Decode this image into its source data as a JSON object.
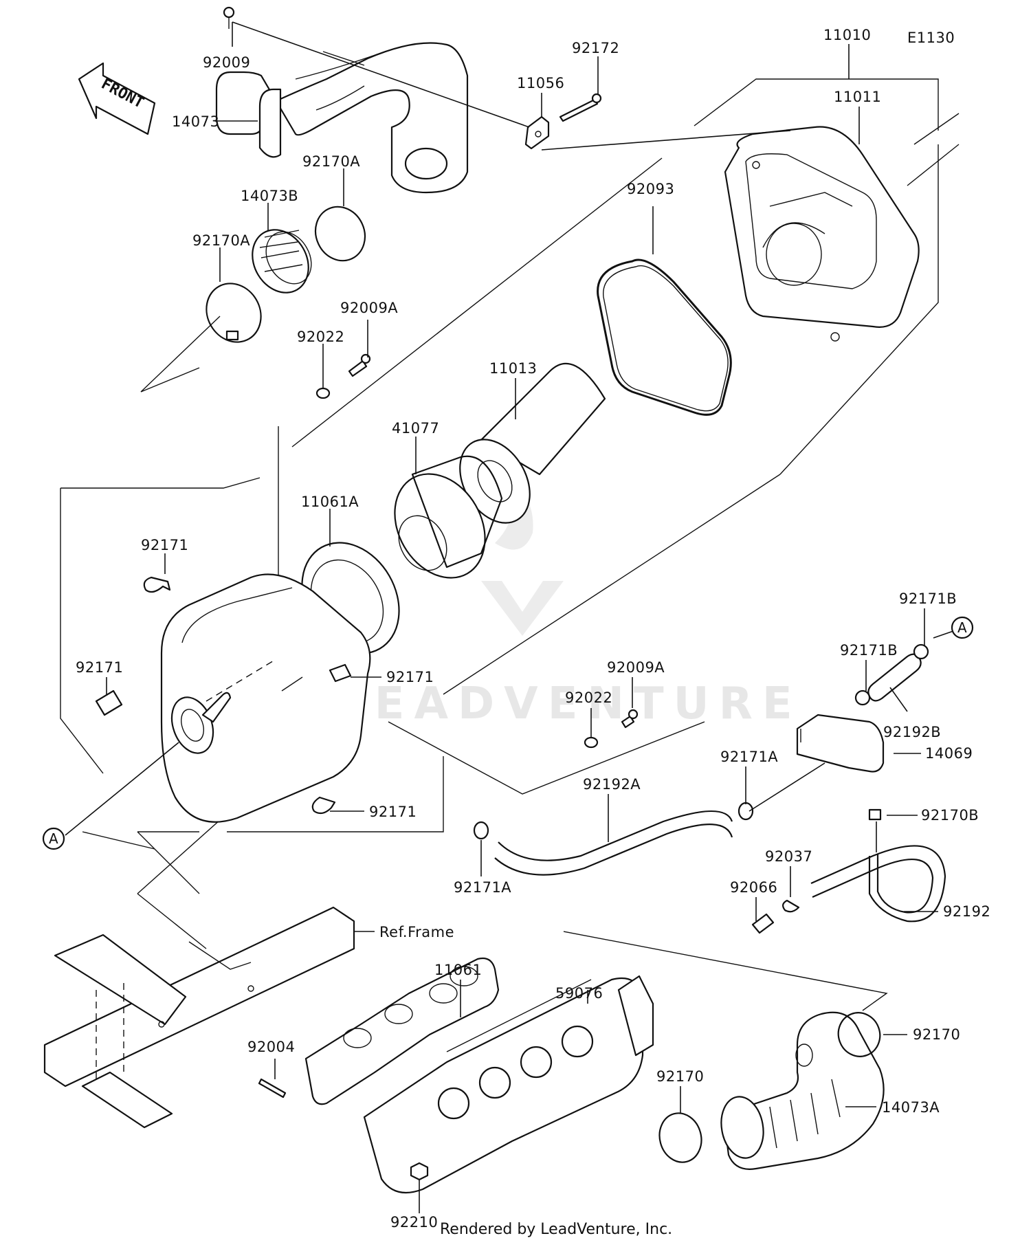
{
  "diagram": {
    "code": "E1130",
    "front_label": "FRONT",
    "watermark": "LEADVENTURE",
    "credit": "Rendered by LeadVenture, Inc.",
    "ref_frame": "Ref.Frame",
    "callout_a": "A"
  },
  "parts": [
    {
      "id": "92009",
      "label": "92009"
    },
    {
      "id": "14073",
      "label": "14073"
    },
    {
      "id": "92172",
      "label": "92172"
    },
    {
      "id": "11056",
      "label": "11056"
    },
    {
      "id": "11010",
      "label": "11010"
    },
    {
      "id": "11011",
      "label": "11011"
    },
    {
      "id": "92170A_upper",
      "label": "92170A"
    },
    {
      "id": "14073B",
      "label": "14073B"
    },
    {
      "id": "92170A_lower",
      "label": "92170A"
    },
    {
      "id": "92093",
      "label": "92093"
    },
    {
      "id": "92009A_upper",
      "label": "92009A"
    },
    {
      "id": "92022_upper",
      "label": "92022"
    },
    {
      "id": "11013",
      "label": "11013"
    },
    {
      "id": "41077",
      "label": "41077"
    },
    {
      "id": "11061A",
      "label": "11061A"
    },
    {
      "id": "92171_a",
      "label": "92171"
    },
    {
      "id": "92171_b",
      "label": "92171"
    },
    {
      "id": "92171_c",
      "label": "92171"
    },
    {
      "id": "92171_d",
      "label": "92171"
    },
    {
      "id": "92171B_a",
      "label": "92171B"
    },
    {
      "id": "92171B_b",
      "label": "92171B"
    },
    {
      "id": "92009A_lower",
      "label": "92009A"
    },
    {
      "id": "92022_lower",
      "label": "92022"
    },
    {
      "id": "92192B",
      "label": "92192B"
    },
    {
      "id": "14069",
      "label": "14069"
    },
    {
      "id": "92171A_a",
      "label": "92171A"
    },
    {
      "id": "92170B",
      "label": "92170B"
    },
    {
      "id": "92192A",
      "label": "92192A"
    },
    {
      "id": "92037",
      "label": "92037"
    },
    {
      "id": "92066",
      "label": "92066"
    },
    {
      "id": "92171A_b",
      "label": "92171A"
    },
    {
      "id": "92192",
      "label": "92192"
    },
    {
      "id": "11061",
      "label": "11061"
    },
    {
      "id": "59076",
      "label": "59076"
    },
    {
      "id": "92004",
      "label": "92004"
    },
    {
      "id": "92170_a",
      "label": "92170"
    },
    {
      "id": "92170_b",
      "label": "92170"
    },
    {
      "id": "14073A",
      "label": "14073A"
    },
    {
      "id": "92210",
      "label": "92210"
    }
  ]
}
